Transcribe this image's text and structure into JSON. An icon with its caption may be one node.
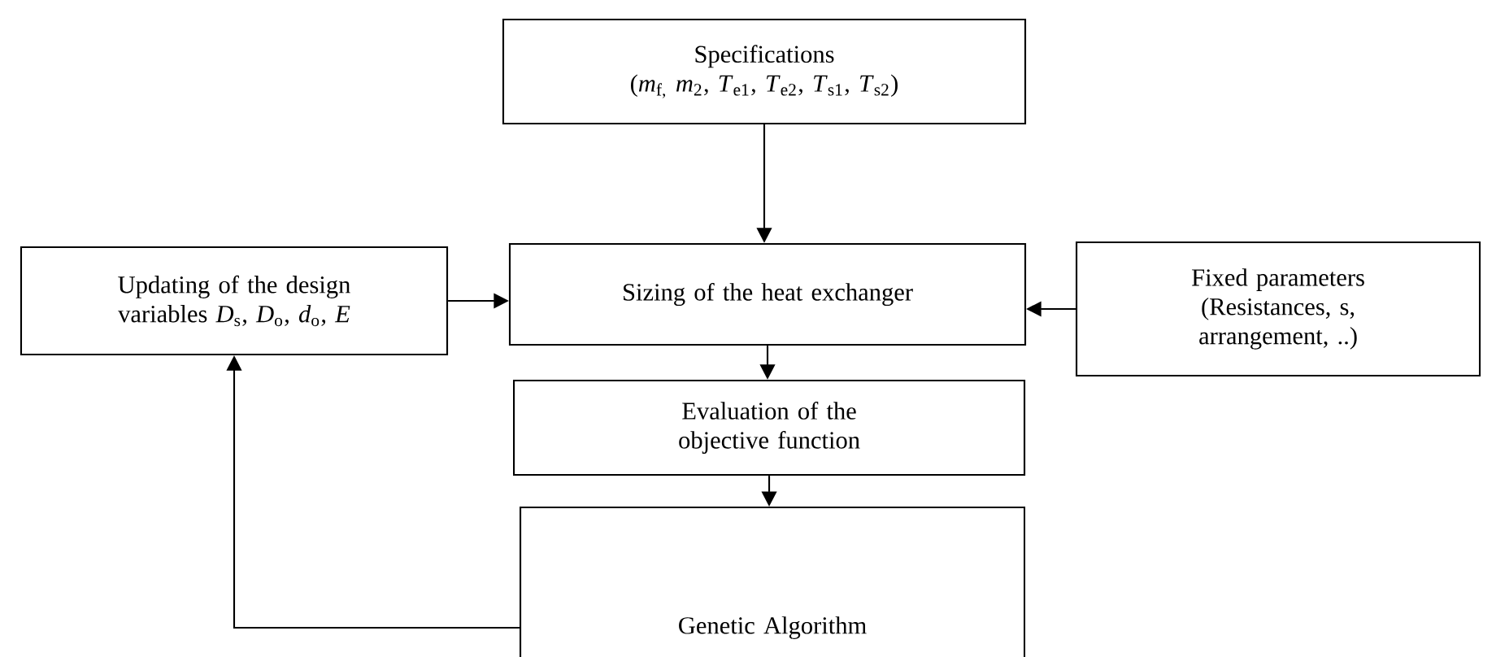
{
  "diagram": {
    "nodes": [
      {
        "text": [
          "Specifications",
          "(*m*$_{f,}$ *m*$_{2}$, *T*$_{e1}$, *T*$_{e2}$, *T*$_{s1}$, *T*$_{s2}$)"
        ]
      },
      {
        "text": [
          "Updating of the design variables *D*$_{s}$, *D*$_{o}$, *d*$_{o}$, *E*"
        ]
      },
      {
        "text": [
          "Sizing of the heat exchanger"
        ]
      },
      {
        "text": [
          "Fixed parameters (Resistances, s, arrangement, ..)"
        ]
      },
      {
        "text": [
          "Evaluation of the objective function"
        ]
      },
      {
        "text": [
          "Genetic Algorithm"
        ]
      }
    ],
    "edges": [
      {
        "from": 0,
        "to": 2,
        "arrow": "to"
      },
      {
        "from": 1,
        "to": 2,
        "arrow": "to"
      },
      {
        "from": 3,
        "to": 2,
        "arrow": "to"
      },
      {
        "from": 2,
        "to": 4,
        "arrow": "to"
      },
      {
        "from": 4,
        "to": 5,
        "arrow": "to"
      },
      {
        "from": 5,
        "to": 1,
        "arrow": "to"
      }
    ]
  }
}
